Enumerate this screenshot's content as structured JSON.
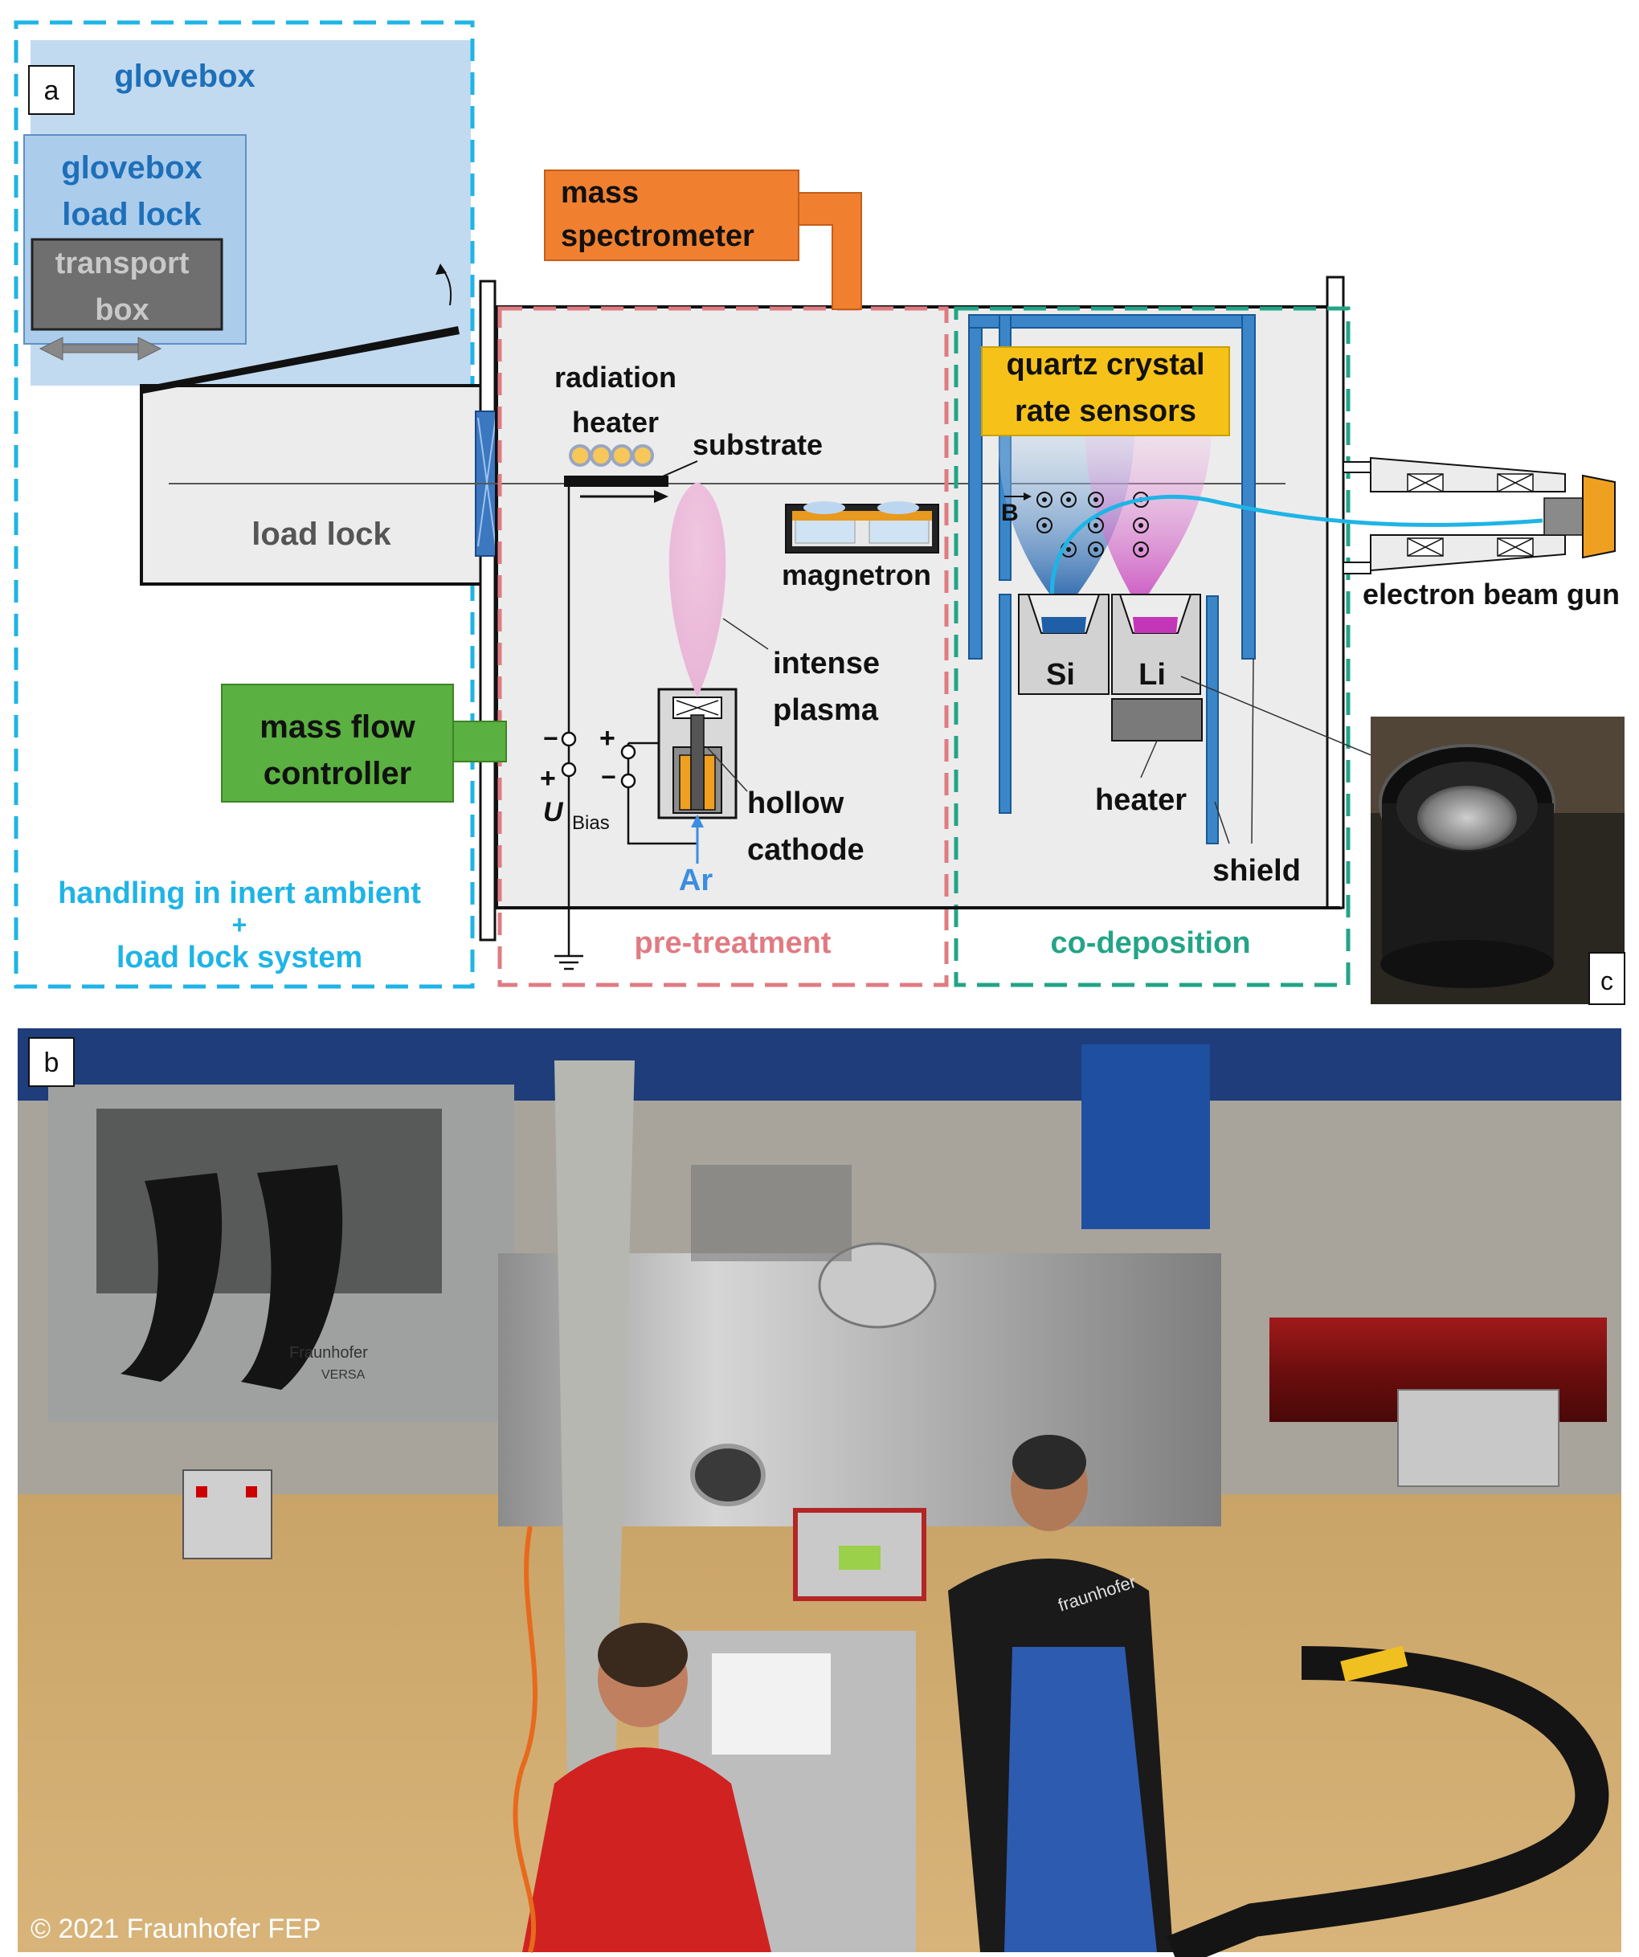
{
  "panel_labels": {
    "a": "a",
    "b": "b",
    "c": "c"
  },
  "glovebox": {
    "title": "glovebox",
    "load_lock_line1": "glovebox",
    "load_lock_line2": "load lock",
    "transport_line1": "transport",
    "transport_line2": "box"
  },
  "load_lock": "load lock",
  "mass_spectrometer": {
    "line1": "mass",
    "line2": "spectrometer"
  },
  "mass_flow_controller": {
    "line1": "mass flow",
    "line2": "controller"
  },
  "pretreatment": {
    "radiation_heater_line1": "radiation",
    "radiation_heater_line2": "heater",
    "substrate": "substrate",
    "magnetron": "magnetron",
    "intense_plasma_line1": "intense",
    "intense_plasma_line2": "plasma",
    "hollow_cathode_line1": "hollow",
    "hollow_cathode_line2": "cathode",
    "gas": "Ar",
    "bias_symbol": "U",
    "bias_subscript": "Bias",
    "plus": "+",
    "minus": "−",
    "region_label": "pre-treatment"
  },
  "codeposition": {
    "qcm_line1": "quartz crystal",
    "qcm_line2": "rate sensors",
    "field_label": "B",
    "crucible_si": "Si",
    "crucible_li": "Li",
    "heater": "heater",
    "shield": "shield",
    "electron_beam_gun": "electron beam gun",
    "region_label": "co-deposition"
  },
  "inert_label": {
    "line1": "handling in inert ambient",
    "plus": "+",
    "line2": "load lock system"
  },
  "photo": {
    "copyright": "© 2021 Fraunhofer FEP",
    "glovebox_brand": "Fraunhofer",
    "glovebox_model": "VERSA",
    "shirt_text": "fraunhofer"
  },
  "colors": {
    "inert_region": "#1fb4e6",
    "pretreatment": "#e07b82",
    "codeposition": "#23a487",
    "glovebox_text": "#1e6fb8",
    "mass_spec": "#f08030",
    "mass_flow": "#5ab040",
    "qcm": "#f6c21a",
    "electron_beam": "#1fb4e6",
    "shield": "#3a86c8"
  }
}
